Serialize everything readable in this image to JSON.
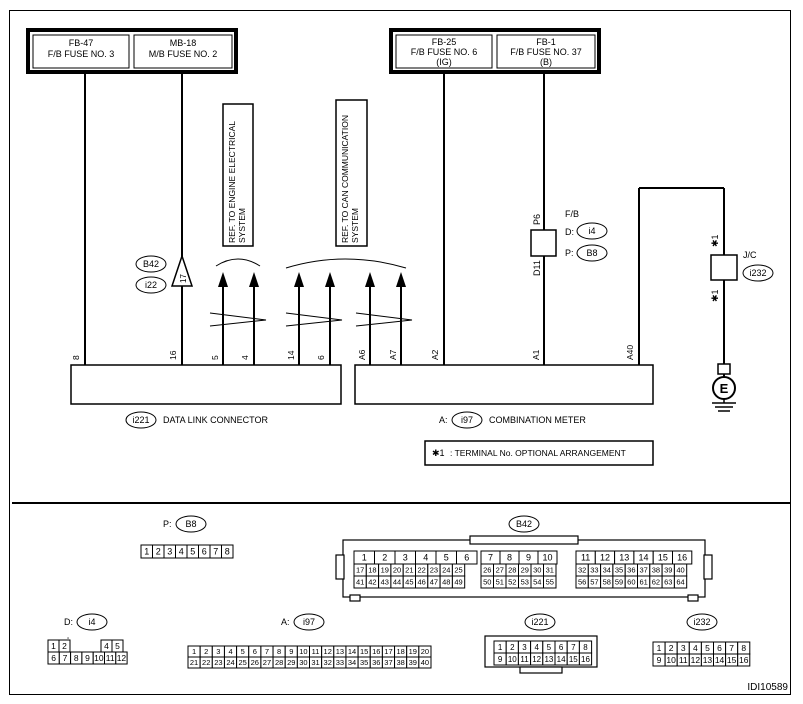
{
  "fuse_boxes": [
    {
      "code": "FB-47",
      "name": "F/B FUSE NO. 3",
      "sub": ""
    },
    {
      "code": "MB-18",
      "name": "M/B FUSE NO. 2",
      "sub": ""
    },
    {
      "code": "FB-25",
      "name": "F/B FUSE NO. 6",
      "sub": "(IG)"
    },
    {
      "code": "FB-1",
      "name": "F/B FUSE NO. 37",
      "sub": "(B)"
    }
  ],
  "refs": {
    "engine": [
      "REF. TO ENGINE ELECTRICAL",
      "SYSTEM"
    ],
    "can": [
      "REF. TO CAN COMMUNICATION",
      "SYSTEM"
    ]
  },
  "terminals": {
    "dlc": [
      "8",
      "16",
      "5",
      "4",
      "14",
      "6"
    ],
    "meter": [
      "A6",
      "A7",
      "A2",
      "A1",
      "A40"
    ]
  },
  "connector_tags": {
    "b42": "B42",
    "i22": "i22",
    "fb_label": "F/B",
    "d_prefix": "D:",
    "d": "i4",
    "p_prefix": "P:",
    "p": "B8",
    "p6": "P6",
    "d11": "D11",
    "jc_label": "J/C",
    "jc": "i232",
    "star_top": "✱1",
    "star_bottom": "✱1"
  },
  "components": {
    "dlc_code": "i221",
    "dlc_name": "DATA LINK CONNECTOR",
    "meter_prefix": "A:",
    "meter_code": "i97",
    "meter_name": "COMBINATION METER",
    "ground": "E",
    "triangle": "17"
  },
  "note": {
    "star": "✱1",
    "text": ": TERMINAL No. OPTIONAL ARRANGEMENT"
  },
  "connector_faces": {
    "p_prefix": "P:",
    "p": "B8",
    "p_pins": [
      "1",
      "2",
      "3",
      "4",
      "5",
      "6",
      "7",
      "8"
    ],
    "b42": "B42",
    "b42_pins": [
      [
        "1",
        "2",
        "3",
        "4",
        "5",
        "6"
      ],
      [
        "17",
        "18",
        "19",
        "20",
        "21",
        "22",
        "23",
        "24",
        "25"
      ],
      [
        "41",
        "42",
        "43",
        "44",
        "45",
        "46",
        "47",
        "48",
        "49"
      ],
      [
        "7",
        "8",
        "9",
        "10"
      ],
      [
        "26",
        "27",
        "28",
        "29",
        "30",
        "31"
      ],
      [
        "50",
        "51",
        "52",
        "53",
        "54",
        "55"
      ],
      [
        "11",
        "12",
        "13",
        "14",
        "15",
        "16"
      ],
      [
        "32",
        "33",
        "34",
        "35",
        "36",
        "37",
        "38",
        "39",
        "40"
      ],
      [
        "56",
        "57",
        "58",
        "59",
        "60",
        "61",
        "62",
        "63",
        "64"
      ]
    ],
    "d_prefix": "D:",
    "d": "i4",
    "d_pins": [
      [
        "1",
        "2",
        "3",
        "4",
        "5"
      ],
      [
        "6",
        "7",
        "8",
        "9",
        "10",
        "11",
        "12"
      ]
    ],
    "a_prefix": "A:",
    "a": "i97",
    "a_pins": [
      [
        "1",
        "2",
        "3",
        "4",
        "5",
        "6",
        "7",
        "8",
        "9",
        "10",
        "11",
        "12",
        "13",
        "14",
        "15",
        "16",
        "17",
        "18",
        "19",
        "20"
      ],
      [
        "21",
        "22",
        "23",
        "24",
        "25",
        "26",
        "27",
        "28",
        "29",
        "30",
        "31",
        "32",
        "33",
        "34",
        "35",
        "36",
        "37",
        "38",
        "39",
        "40"
      ]
    ],
    "i221": "i221",
    "i221_pins": [
      [
        "1",
        "2",
        "3",
        "4",
        "5",
        "6",
        "7",
        "8"
      ],
      [
        "9",
        "10",
        "11",
        "12",
        "13",
        "14",
        "15",
        "16"
      ]
    ],
    "i232": "i232",
    "i232_pins": [
      [
        "1",
        "2",
        "3",
        "4",
        "5",
        "6",
        "7",
        "8"
      ],
      [
        "9",
        "10",
        "11",
        "12",
        "13",
        "14",
        "15",
        "16"
      ]
    ]
  },
  "figure_id": "IDI10589"
}
